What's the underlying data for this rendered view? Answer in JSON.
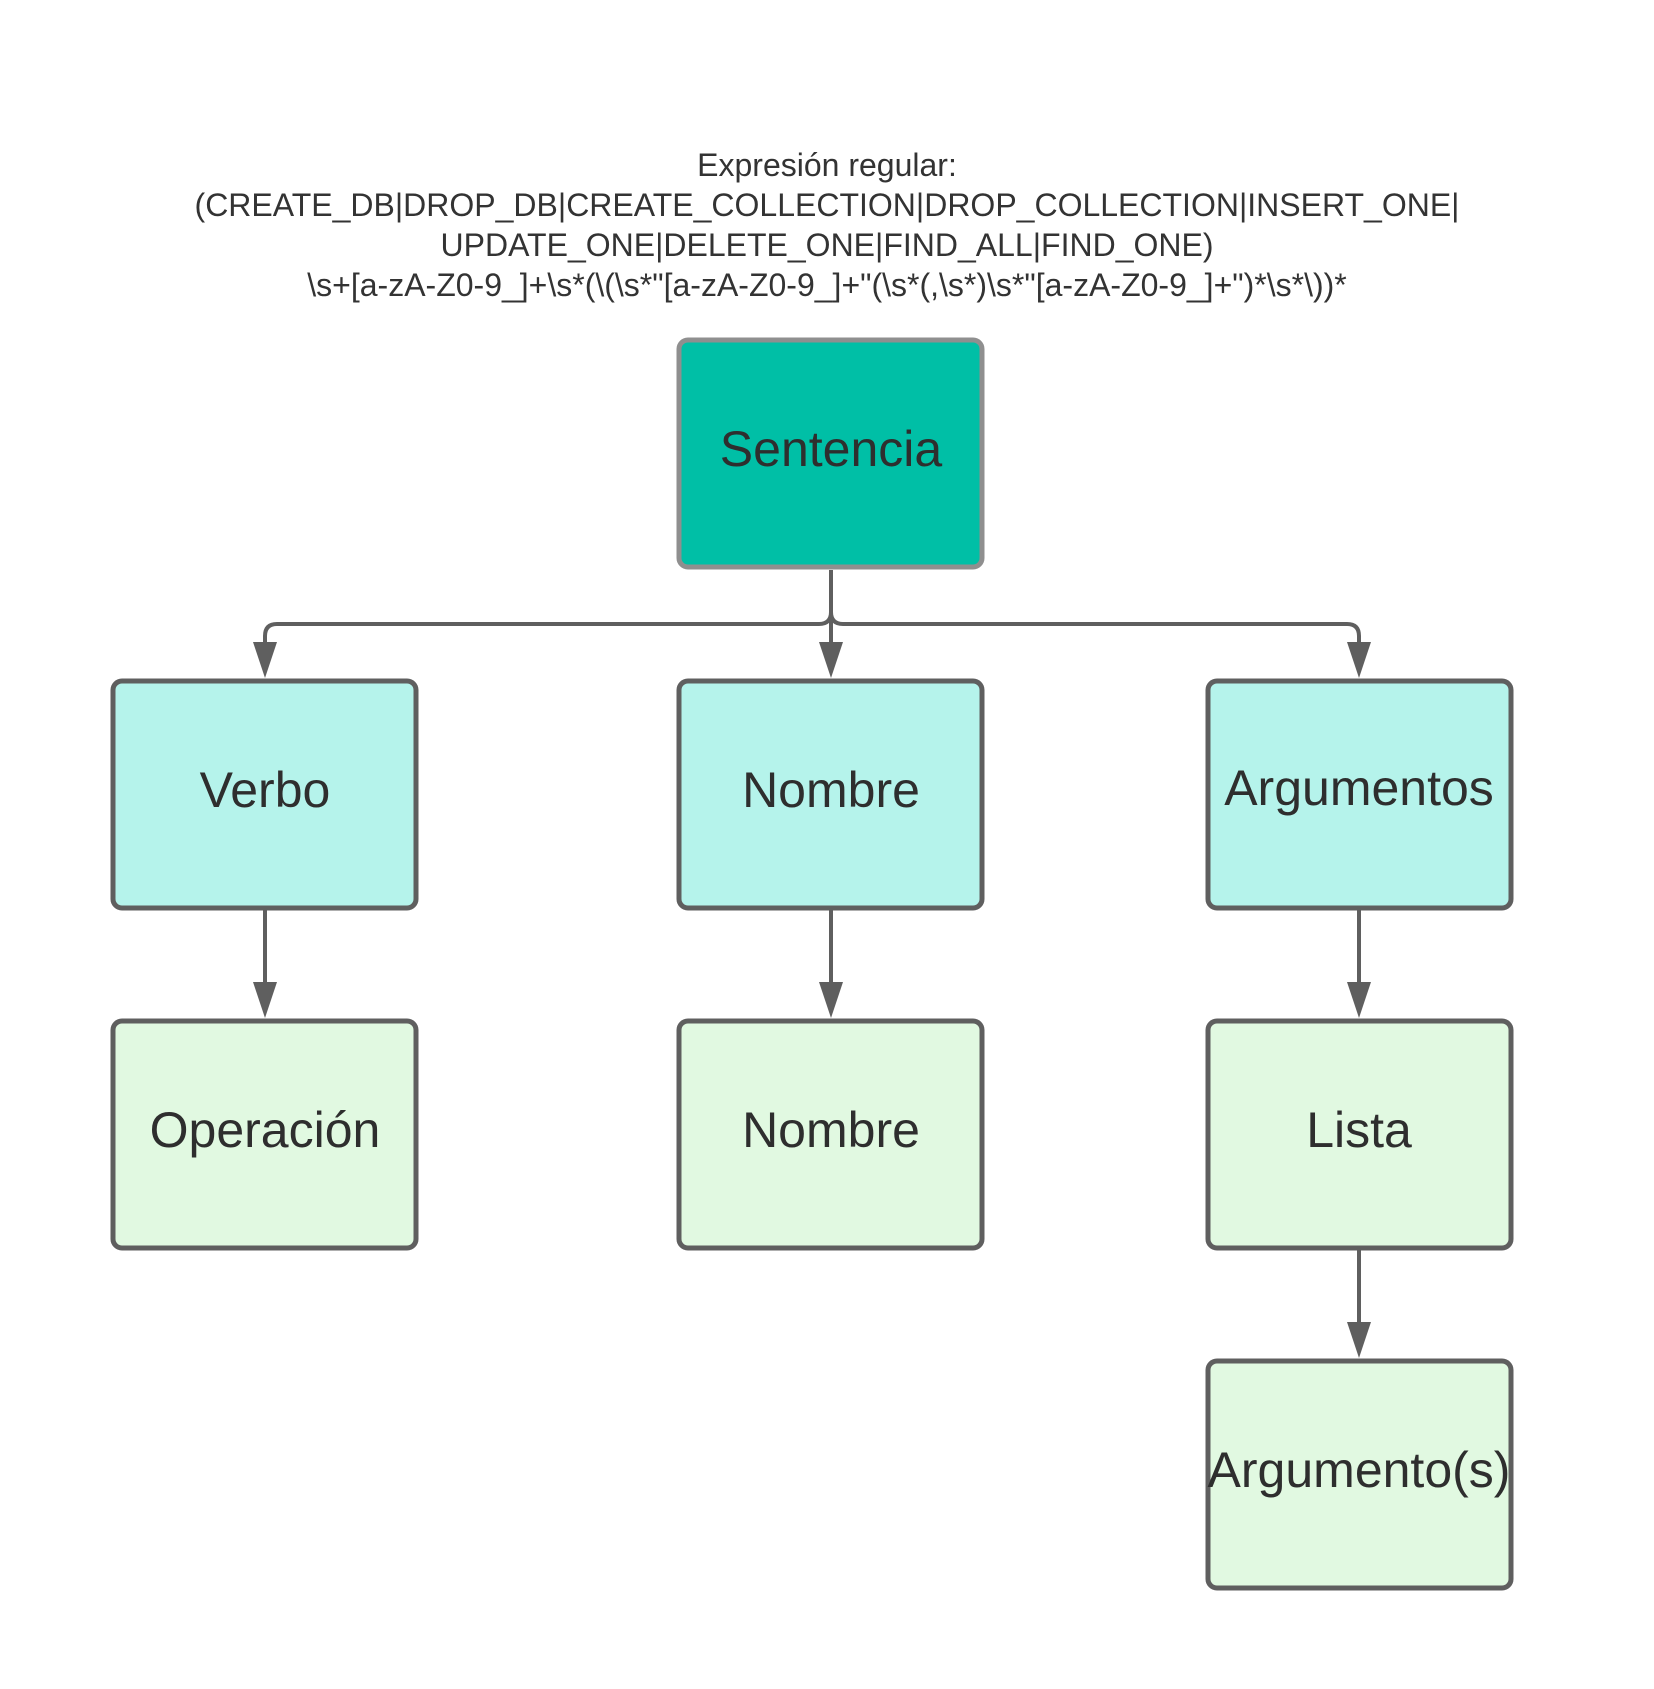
{
  "caption": {
    "title": "Expresión regular:",
    "line1": "(CREATE_DB|DROP_DB|CREATE_COLLECTION|DROP_COLLECTION|INSERT_ONE|",
    "line2": "UPDATE_ONE|DELETE_ONE|FIND_ALL|FIND_ONE)",
    "line3": "\\s+[a-zA-Z0-9_]+\\s*(\\(\\s*\"[a-zA-Z0-9_]+\"(\\s*(,\\s*)\\s*\"[a-zA-Z0-9_]+\")*\\s*\\))*"
  },
  "colors": {
    "root": "#00bfa6",
    "level1": "#b5f3eb",
    "level2": "#e1f9e1",
    "stroke": "#5f5f5f",
    "text": "#2e2e2e"
  },
  "nodes": {
    "sentencia": "Sentencia",
    "verbo": "Verbo",
    "nombre": "Nombre",
    "argumentos": "Argumentos",
    "operacion": "Operación",
    "nombre_leaf": "Nombre",
    "lista": "Lista",
    "argumentos_leaf": "Argumento(s)"
  },
  "edges": [
    {
      "from": "Sentencia",
      "to": "Verbo"
    },
    {
      "from": "Sentencia",
      "to": "Nombre"
    },
    {
      "from": "Sentencia",
      "to": "Argumentos"
    },
    {
      "from": "Verbo",
      "to": "Operación"
    },
    {
      "from": "Nombre",
      "to": "Nombre"
    },
    {
      "from": "Argumentos",
      "to": "Lista"
    },
    {
      "from": "Lista",
      "to": "Argumento(s)"
    }
  ]
}
